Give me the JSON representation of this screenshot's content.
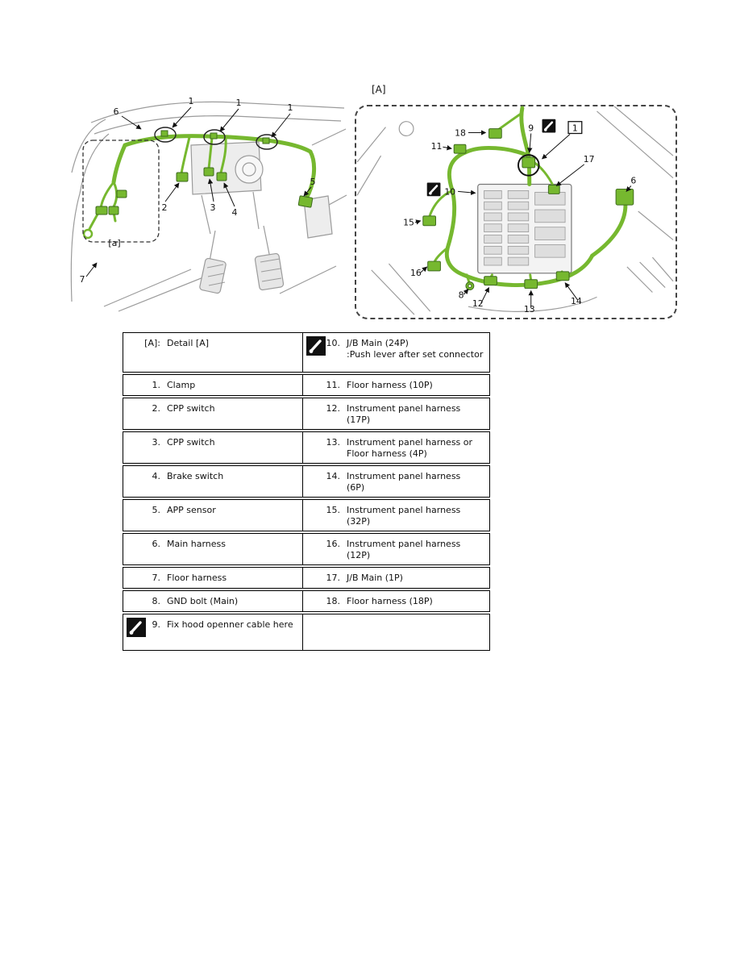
{
  "colors": {
    "harness_green": "#76b82f",
    "harness_dark": "#3e6b1e",
    "lineart_gray": "#9b9b9b",
    "callout_black": "#111111"
  },
  "icons": {
    "push_connector": "hand-press-icon"
  },
  "figures": {
    "left": {
      "callouts": [
        {
          "label": "6"
        },
        {
          "label": "1"
        },
        {
          "label": "1"
        },
        {
          "label": "1"
        },
        {
          "label": "2"
        },
        {
          "label": "3"
        },
        {
          "label": "4"
        },
        {
          "label": "5"
        },
        {
          "label": "7"
        },
        {
          "label": "[a]"
        }
      ]
    },
    "right": {
      "title": "[A]",
      "boxed_callout": "1",
      "callouts": [
        {
          "label": "18"
        },
        {
          "label": "11"
        },
        {
          "label": "9"
        },
        {
          "label": "17"
        },
        {
          "label": "6"
        },
        {
          "label": "10"
        },
        {
          "label": "15"
        },
        {
          "label": "16"
        },
        {
          "label": "8"
        },
        {
          "label": "12"
        },
        {
          "label": "13"
        },
        {
          "label": "14"
        }
      ]
    }
  },
  "table": {
    "rows": [
      {
        "left_num": "[A]:",
        "left_text": "Detail [A]",
        "left_icon": false,
        "right_num": "10.",
        "right_text": "J/B Main (24P)\n:Push lever after set connector",
        "right_icon": true
      },
      {
        "left_num": "1.",
        "left_text": "Clamp",
        "left_icon": false,
        "right_num": "11.",
        "right_text": "Floor harness (10P)",
        "right_icon": false
      },
      {
        "left_num": "2.",
        "left_text": "CPP switch",
        "left_icon": false,
        "right_num": "12.",
        "right_text": "Instrument panel harness\n(17P)",
        "right_icon": false
      },
      {
        "left_num": "3.",
        "left_text": "CPP switch",
        "left_icon": false,
        "right_num": "13.",
        "right_text": "Instrument panel harness or\nFloor harness (4P)",
        "right_icon": false
      },
      {
        "left_num": "4.",
        "left_text": "Brake switch",
        "left_icon": false,
        "right_num": "14.",
        "right_text": "Instrument panel harness\n(6P)",
        "right_icon": false
      },
      {
        "left_num": "5.",
        "left_text": "APP sensor",
        "left_icon": false,
        "right_num": "15.",
        "right_text": "Instrument panel harness\n(32P)",
        "right_icon": false
      },
      {
        "left_num": "6.",
        "left_text": "Main harness",
        "left_icon": false,
        "right_num": "16.",
        "right_text": "Instrument panel harness\n(12P)",
        "right_icon": false
      },
      {
        "left_num": "7.",
        "left_text": "Floor harness",
        "left_icon": false,
        "right_num": "17.",
        "right_text": "J/B Main (1P)",
        "right_icon": false
      },
      {
        "left_num": "8.",
        "left_text": "GND bolt (Main)",
        "left_icon": false,
        "right_num": "18.",
        "right_text": "Floor harness (18P)",
        "right_icon": false
      },
      {
        "left_num": "9.",
        "left_text": "Fix hood openner cable here",
        "left_icon": true,
        "right_num": "",
        "right_text": "",
        "right_icon": false
      }
    ]
  }
}
